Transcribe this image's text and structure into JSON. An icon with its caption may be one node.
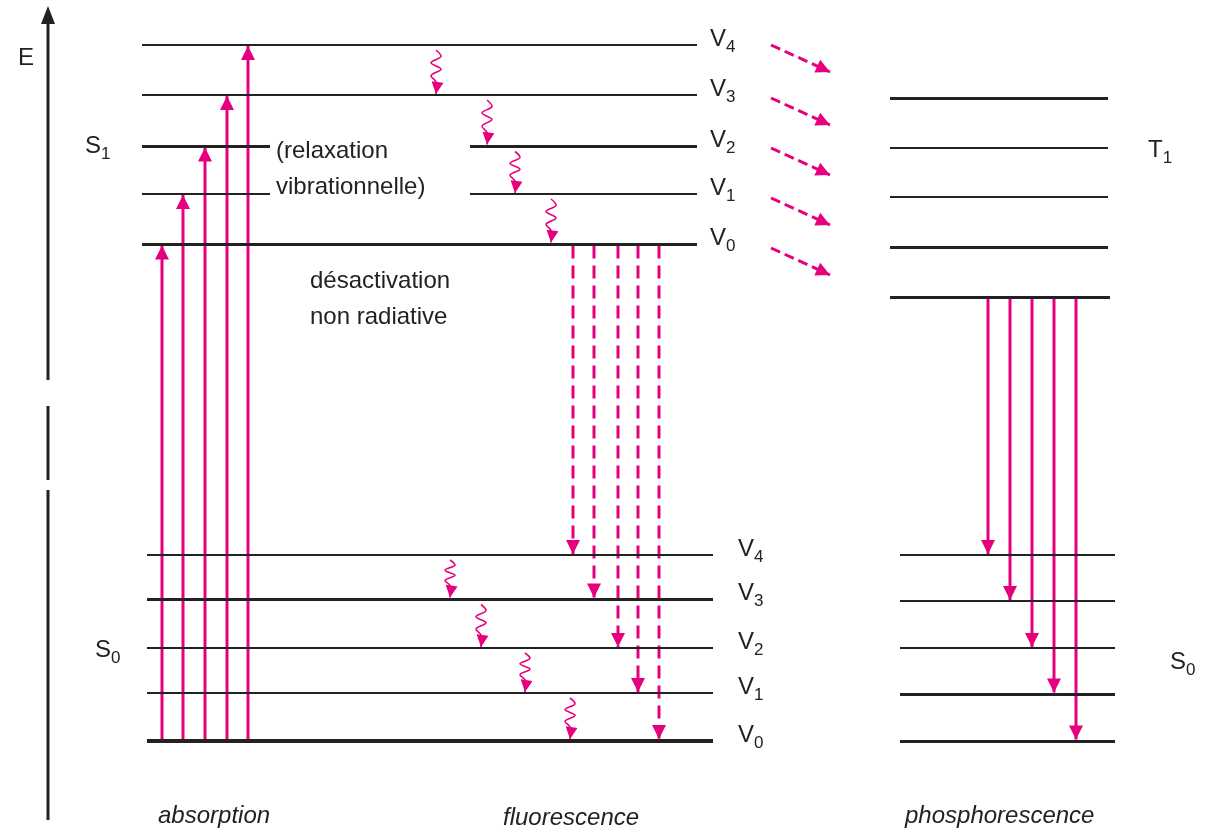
{
  "diagram": {
    "nodes": [
      {
        "text": [],
        "shape": "bar",
        "beside": [
          "V$_{4}$"
        ]
      },
      {
        "text": [],
        "shape": "bar",
        "beside": [
          "V$_{3}$"
        ]
      },
      {
        "text": [],
        "shape": "bar",
        "beside": [
          "V$_{2}$"
        ]
      },
      {
        "text": [],
        "shape": "bar",
        "beside": [
          "V$_{1}$"
        ]
      },
      {
        "text": [],
        "shape": "bar",
        "beside": [
          "V$_{0}$"
        ]
      },
      {
        "text": [],
        "shape": "bar",
        "beside": [
          "V$_{4}$"
        ]
      },
      {
        "text": [],
        "shape": "bar",
        "beside": [
          "V$_{3}$"
        ]
      },
      {
        "text": [],
        "shape": "bar",
        "beside": [
          "V$_{2}$"
        ]
      },
      {
        "text": [],
        "shape": "bar",
        "beside": [
          "V$_{1}$"
        ]
      },
      {
        "text": [],
        "shape": "bar",
        "beside": [
          "V$_{0}$"
        ]
      },
      {
        "text": [],
        "shape": "bar"
      },
      {
        "text": [],
        "shape": "bar"
      },
      {
        "text": [],
        "shape": "bar"
      },
      {
        "text": [],
        "shape": "bar"
      },
      {
        "text": [],
        "shape": "bar"
      },
      {
        "text": [],
        "shape": "bar"
      },
      {
        "text": [],
        "shape": "bar"
      },
      {
        "text": [],
        "shape": "bar"
      },
      {
        "text": [],
        "shape": "bar"
      },
      {
        "text": [],
        "shape": "bar"
      }
    ],
    "edges": [
      {
        "from": 9,
        "to": 4,
        "arrow": "to"
      },
      {
        "from": 9,
        "to": 3,
        "arrow": "to"
      },
      {
        "from": 9,
        "to": 2,
        "arrow": "to"
      },
      {
        "from": 9,
        "to": 1,
        "arrow": "to"
      },
      {
        "from": 9,
        "to": 0,
        "arrow": "to"
      },
      {
        "from": 0,
        "to": 1,
        "arrow": "to"
      },
      {
        "from": 1,
        "to": 2,
        "arrow": "to"
      },
      {
        "from": 2,
        "to": 3,
        "arrow": "to"
      },
      {
        "from": 3,
        "to": 4,
        "arrow": "to"
      },
      {
        "from": 4,
        "to": 5,
        "arrow": "to",
        "style": "dashed"
      },
      {
        "from": 4,
        "to": 6,
        "arrow": "to",
        "style": "dashed"
      },
      {
        "from": 4,
        "to": 7,
        "arrow": "to",
        "style": "dashed"
      },
      {
        "from": 4,
        "to": 8,
        "arrow": "to",
        "style": "dashed"
      },
      {
        "from": 4,
        "to": 9,
        "arrow": "to",
        "style": "dashed"
      },
      {
        "from": 5,
        "to": 6,
        "arrow": "to"
      },
      {
        "from": 6,
        "to": 7,
        "arrow": "to"
      },
      {
        "from": 7,
        "to": 8,
        "arrow": "to"
      },
      {
        "from": 8,
        "to": 9,
        "arrow": "to"
      },
      {
        "from": 14,
        "to": 15,
        "arrow": "to"
      },
      {
        "from": 14,
        "to": 16,
        "arrow": "to"
      },
      {
        "from": 14,
        "to": 17,
        "arrow": "to"
      },
      {
        "from": 14,
        "to": 18,
        "arrow": "to"
      },
      {
        "from": 14,
        "to": 19,
        "arrow": "to"
      }
    ],
    "labels": [
      "E",
      "S$_{1}$",
      "(relaxation vibrationnelle)",
      "T$_{1}$",
      "désactivation non radiative",
      "S$_{0}$",
      "S$_{0}$",
      "absorption",
      "fluorescence",
      "phosphorescence"
    ]
  }
}
